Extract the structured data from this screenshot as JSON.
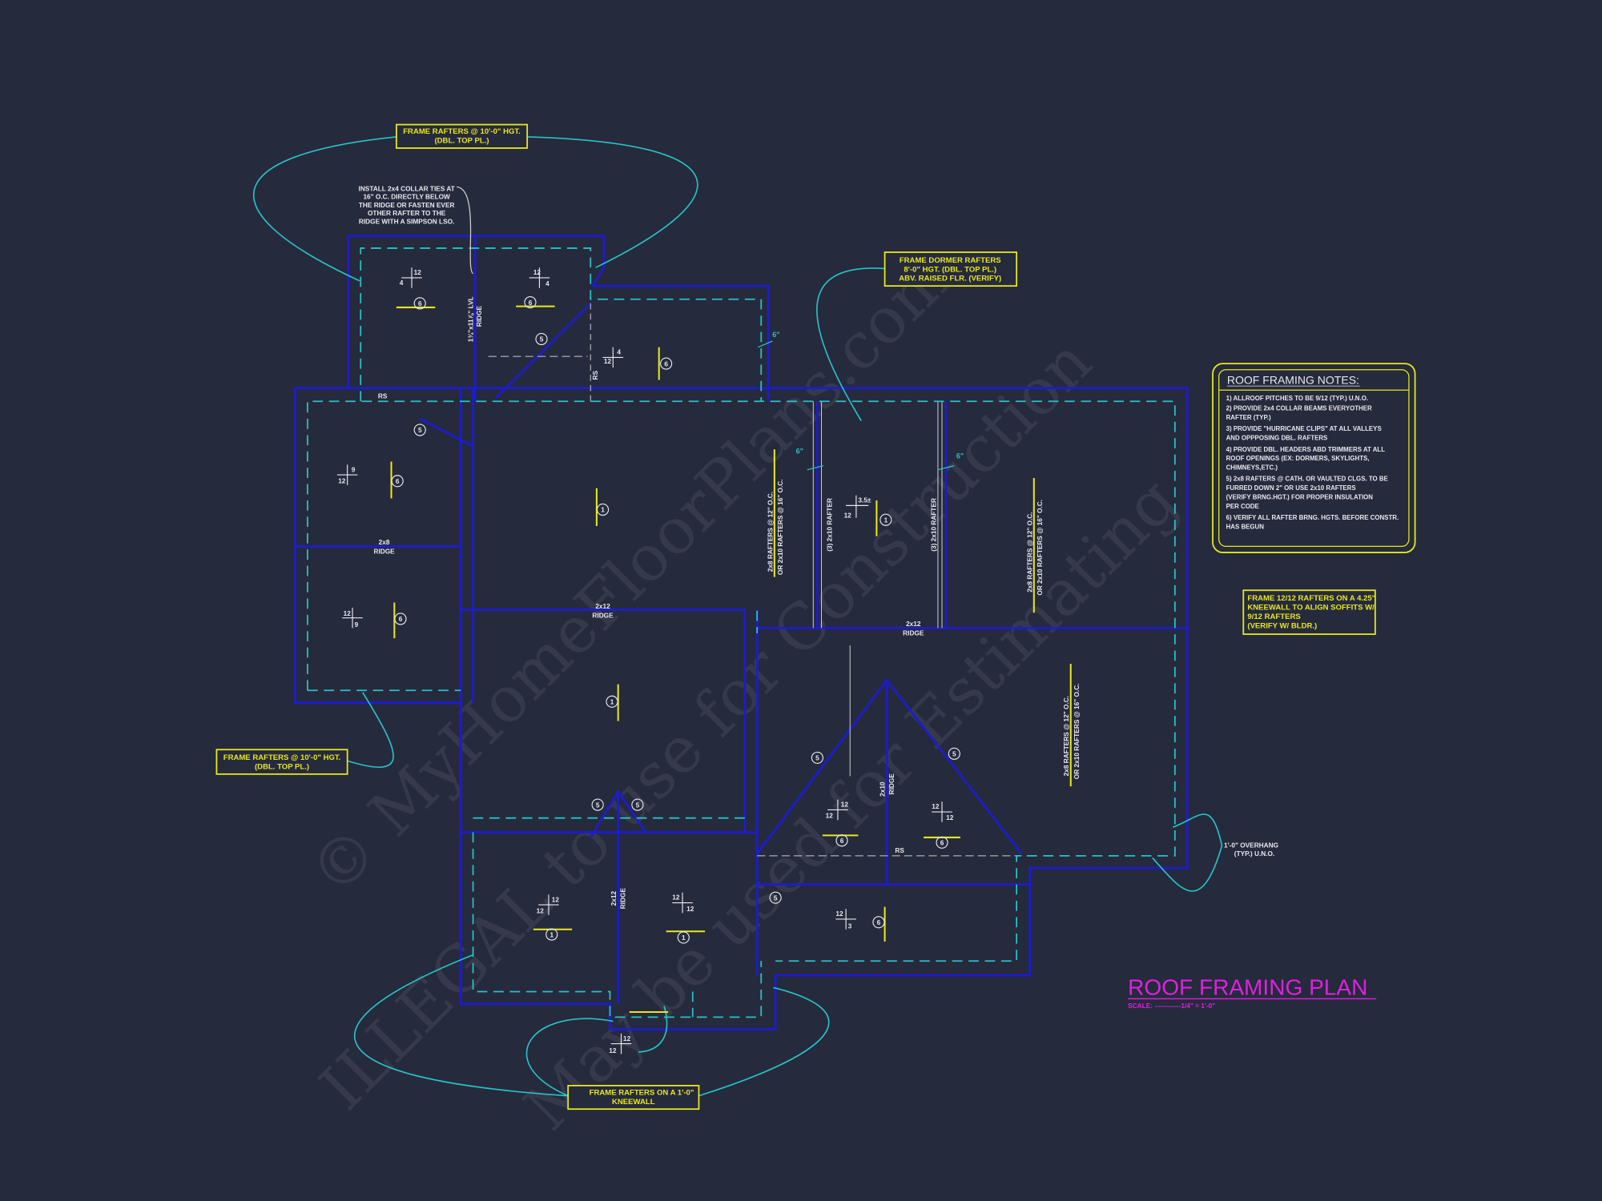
{
  "colors": {
    "background": "#262a3d",
    "walls": "#1c1ccf",
    "overhang": "#27c2c8",
    "notes": "#e8e81c",
    "title": "#e020e0",
    "text": "#e8e8ee"
  },
  "watermark": [
    "© MyHomeFloorPlans.com",
    "ILLEGAL to use for Construction",
    "May be used for Estimating"
  ],
  "callouts": {
    "top": [
      "FRAME RAFTERS @ 10'-0\" HGT.",
      "(DBL. TOP PL.)"
    ],
    "collar": [
      "INSTALL 2x4 COLLAR TIES AT",
      "16\" O.C. DIRECTLY BELOW",
      "THE RIDGE OR FASTEN EVER",
      "OTHER RAFTER TO THE",
      "RIDGE WITH A SIMPSON LSO."
    ],
    "dormer": [
      "FRAME DORMER RAFTERS",
      "8'-0\" HGT. (DBL. TOP PL.)",
      "ABV. RAISED FLR. (VERIFY)"
    ],
    "kneewall_1225": [
      "FRAME 12/12 RAFTERS ON A 4.25\"",
      "KNEEWALL TO ALIGN SOFFITS W/",
      "9/12 RAFTERS",
      "(VERIFY W/ BLDR.)"
    ],
    "overhang": [
      "1'-0\" OVERHANG",
      "(TYP.) U.N.O."
    ],
    "left": [
      "FRAME RAFTERS @ 10'-0\" HGT.",
      "(DBL. TOP PL.)"
    ],
    "bottom": [
      "FRAME RAFTERS ON A 1'-0\"",
      "KNEEWALL"
    ]
  },
  "notes": {
    "title": "ROOF FRAMING NOTES:",
    "lines": [
      "1) ALLROOF PITCHES TO BE  9/12 (TYP.) U.N.O.",
      "2) PROVIDE 2x4 COLLAR BEAMS EVERYOTHER",
      "    RAFTER (TYP.)",
      "3) PROVIDE \"HURRICANE CLIPS\" AT ALL VALLEYS",
      "    AND OPPPOSING DBL. RAFTERS",
      "4) PROVIDE DBL. HEADERS ABD TRIMMERS AT ALL",
      "    ROOF OPENINGS (EX: DORMERS, SKYLIGHTS,",
      "    CHIMNEYS,ETC.)",
      "5) 2x8 RAFTERS @ CATH. OR VAULTED CLGS. TO BE",
      "    FURRED DOWN 2\" OR USE 2x10 RAFTERS",
      "    (VERIFY BRNG.HGT.) FOR PROPER INSULATION",
      "    PER CODE",
      "6) VERIFY ALL RAFTER BRNG. HGTS. BEFORE CONSTR.",
      "    HAS BEGUN"
    ]
  },
  "title": {
    "main": "ROOF FRAMING PLAN",
    "scale": "SCALE: ------------1/4\" = 1'-0\""
  },
  "ridges": {
    "lvl": [
      "1¾\"x11⅞\" LVL",
      "RIDGE"
    ],
    "left": [
      "2x8",
      "RIDGE"
    ],
    "center": [
      "2x12",
      "RIDGE"
    ],
    "dormer": [
      "2x12",
      "RIDGE"
    ],
    "gable": [
      "2x10",
      "RIDGE"
    ],
    "lower": [
      "2x12",
      "RIDGE"
    ],
    "rs": "RS"
  },
  "rafter_specs": [
    "2x8 RAFTERS @ 12\" O.C.",
    "OR 2x10 RAFTERS @ 16\" O.C."
  ],
  "triple_rafter": "(3) 2x10 RAFTER",
  "dims": {
    "six_in": "6\""
  },
  "pitches": [
    {
      "run": "12",
      "rise": "4"
    },
    {
      "run": "12",
      "rise": "4"
    },
    {
      "run": "12",
      "rise": "4"
    },
    {
      "run": "12",
      "rise": "9"
    },
    {
      "run": "12",
      "rise": "9"
    },
    {
      "run": "12",
      "rise": "3.5±"
    },
    {
      "run": "12",
      "rise": "12"
    },
    {
      "run": "12",
      "rise": "12"
    },
    {
      "run": "12",
      "rise": "12"
    },
    {
      "run": "12",
      "rise": "12"
    },
    {
      "run": "12",
      "rise": "3"
    },
    {
      "run": "12",
      "rise": "12"
    }
  ],
  "circled": [
    "6",
    "6",
    "5",
    "6",
    "5",
    "6",
    "1",
    "6",
    "1",
    "1",
    "5",
    "5",
    "5",
    "5",
    "6",
    "6",
    "1",
    "1",
    "5",
    "6"
  ]
}
